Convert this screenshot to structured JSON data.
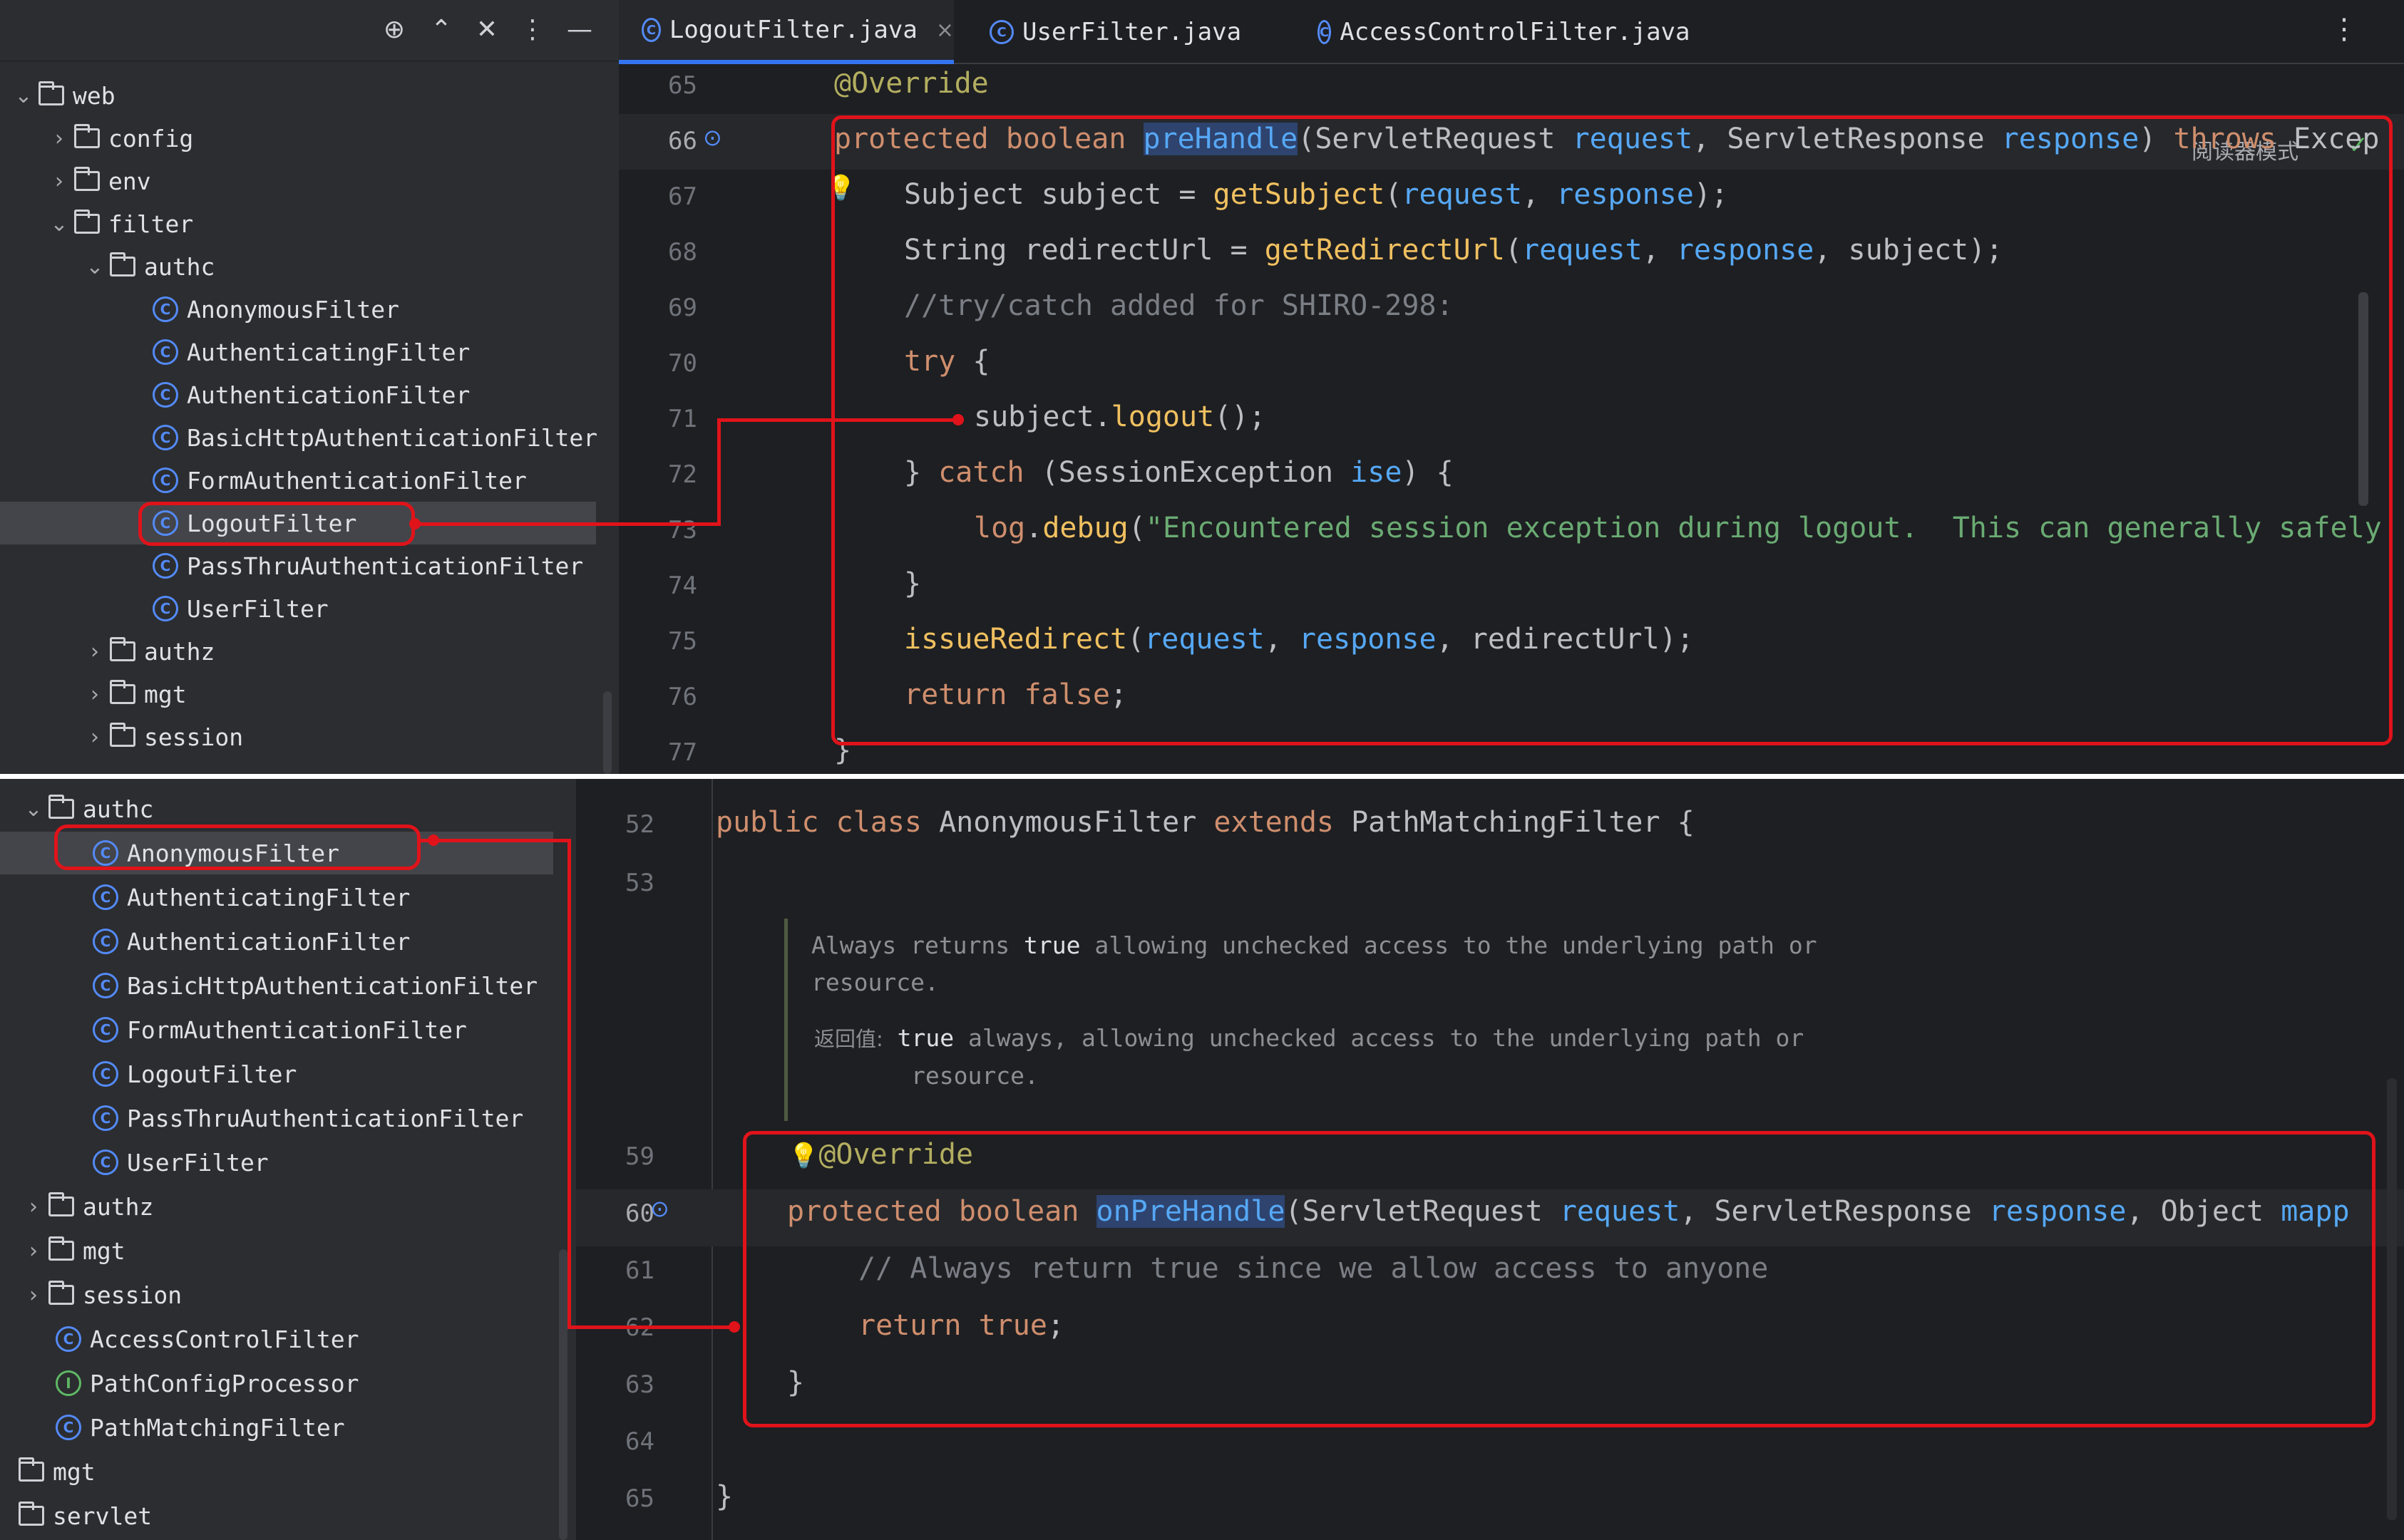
{
  "top": {
    "sidebar": {
      "toolbar_icons": [
        "crosshair-icon",
        "expand-icon",
        "collapse-icon",
        "more-icon",
        "minimize-icon"
      ],
      "toolbar_glyphs": [
        "⊕",
        "⌃",
        "✕",
        "⋮",
        "—"
      ],
      "tree": [
        {
          "label": "web",
          "type": "folder",
          "chevron": "⌄"
        },
        {
          "label": "config",
          "type": "folder",
          "chevron": "›"
        },
        {
          "label": "env",
          "type": "folder",
          "chevron": "›"
        },
        {
          "label": "filter",
          "type": "folder",
          "chevron": "⌄"
        },
        {
          "label": "authc",
          "type": "folder",
          "chevron": "⌄"
        },
        {
          "label": "AnonymousFilter",
          "type": "class"
        },
        {
          "label": "AuthenticatingFilter",
          "type": "class"
        },
        {
          "label": "AuthenticationFilter",
          "type": "class"
        },
        {
          "label": "BasicHttpAuthenticationFilter",
          "type": "class"
        },
        {
          "label": "FormAuthenticationFilter",
          "type": "class"
        },
        {
          "label": "LogoutFilter",
          "type": "class"
        },
        {
          "label": "PassThruAuthenticationFilter",
          "type": "class"
        },
        {
          "label": "UserFilter",
          "type": "class"
        },
        {
          "label": "authz",
          "type": "folder",
          "chevron": "›"
        },
        {
          "label": "mgt",
          "type": "folder",
          "chevron": "›"
        },
        {
          "label": "session",
          "type": "folder",
          "chevron": "›"
        }
      ]
    },
    "tabs": [
      {
        "label": "LogoutFilter.java",
        "close": "×"
      },
      {
        "label": "UserFilter.java"
      },
      {
        "label": "AccessControlFilter.java"
      }
    ],
    "tab_icon": "C",
    "kebab": "⋮",
    "reader_mode": "阅读器模式",
    "check": "✓",
    "line_numbers": [
      "65",
      "66",
      "67",
      "68",
      "69",
      "70",
      "71",
      "72",
      "73",
      "74",
      "75",
      "76",
      "77"
    ],
    "code": {
      "l65": "@Override",
      "l66_a": "protected",
      "l66_b": "boolean",
      "l66_c": "preHandle",
      "l66_d": "(ServletRequest ",
      "l66_e": "request",
      "l66_f": ", ServletResponse ",
      "l66_g": "response",
      "l66_h": ") ",
      "l66_i": "throws",
      "l66_j": " Excep",
      "l67_a": "Subject subject = ",
      "l67_b": "getSubject",
      "l67_c": "(",
      "l67_d": "request",
      "l67_e": ", ",
      "l67_f": "response",
      "l67_g": ");",
      "l68_a": "String redirectUrl = ",
      "l68_b": "getRedirectUrl",
      "l68_c": "(",
      "l68_d": "request",
      "l68_e": ", ",
      "l68_f": "response",
      "l68_g": ", subject);",
      "l69": "//try/catch added for SHIRO-298:",
      "l70_a": "try",
      "l70_b": " {",
      "l71_a": "subject.",
      "l71_b": "logout",
      "l71_c": "();",
      "l72_a": "} ",
      "l72_b": "catch",
      "l72_c": " (SessionException ",
      "l72_d": "ise",
      "l72_e": ") {",
      "l73_a": "log",
      "l73_b": ".",
      "l73_c": "debug",
      "l73_d": "(",
      "l73_e": "\"Encountered session exception during logout.  This can generally safely",
      "l74": "}",
      "l75_a": "issueRedirect",
      "l75_b": "(",
      "l75_c": "request",
      "l75_d": ", ",
      "l75_e": "response",
      "l75_f": ", redirectUrl);",
      "l76_a": "return",
      "l76_b": " ",
      "l76_c": "false",
      "l76_d": ";",
      "l77": "}"
    }
  },
  "bottom": {
    "tree": [
      {
        "label": "authc",
        "type": "folder",
        "chevron": "⌄"
      },
      {
        "label": "AnonymousFilter",
        "type": "class"
      },
      {
        "label": "AuthenticatingFilter",
        "type": "class"
      },
      {
        "label": "AuthenticationFilter",
        "type": "class"
      },
      {
        "label": "BasicHttpAuthenticationFilter",
        "type": "class"
      },
      {
        "label": "FormAuthenticationFilter",
        "type": "class"
      },
      {
        "label": "LogoutFilter",
        "type": "class"
      },
      {
        "label": "PassThruAuthenticationFilter",
        "type": "class"
      },
      {
        "label": "UserFilter",
        "type": "class"
      },
      {
        "label": "authz",
        "type": "folder",
        "chevron": "›"
      },
      {
        "label": "mgt",
        "type": "folder",
        "chevron": "›"
      },
      {
        "label": "session",
        "type": "folder",
        "chevron": "›"
      },
      {
        "label": "AccessControlFilter",
        "type": "class"
      },
      {
        "label": "PathConfigProcessor",
        "type": "interface"
      },
      {
        "label": "PathMatchingFilter",
        "type": "class"
      },
      {
        "label": "mgt",
        "type": "folder"
      },
      {
        "label": "servlet",
        "type": "folder"
      }
    ],
    "line_numbers": [
      "52",
      "53",
      "59",
      "60",
      "61",
      "62",
      "63",
      "64",
      "65"
    ],
    "code": {
      "l52_a": "public",
      "l52_b": " ",
      "l52_c": "class",
      "l52_d": " AnonymousFilter ",
      "l52_e": "extends",
      "l52_f": " PathMatchingFilter {",
      "l59": "@Override",
      "l60_a": "protected",
      "l60_b": "boolean",
      "l60_c": "onPreHandle",
      "l60_d": "(ServletRequest ",
      "l60_e": "request",
      "l60_f": ", ServletResponse ",
      "l60_g": "response",
      "l60_h": ", Object ",
      "l60_i": "mapp",
      "l61": "// Always return true since we allow access to anyone",
      "l62_a": "return",
      "l62_b": " ",
      "l62_c": "true",
      "l62_d": ";",
      "l63": "}",
      "l65": "}"
    },
    "javadoc": {
      "line1_a": "Always returns ",
      "line1_b": "true",
      "line1_c": " allowing unchecked access to the underlying path or",
      "line2": "resource.",
      "return_label": "返回值:",
      "return_b": "true",
      "return_c": " always, allowing unchecked access to the underlying path or",
      "return_d": "resource."
    }
  },
  "colors": {
    "annotation_red": "#e0131a",
    "keyword": "#cf8e6d",
    "method": "#56a8f5",
    "string": "#6aab73",
    "comment": "#7a7e85",
    "accent_blue": "#3574f0"
  }
}
